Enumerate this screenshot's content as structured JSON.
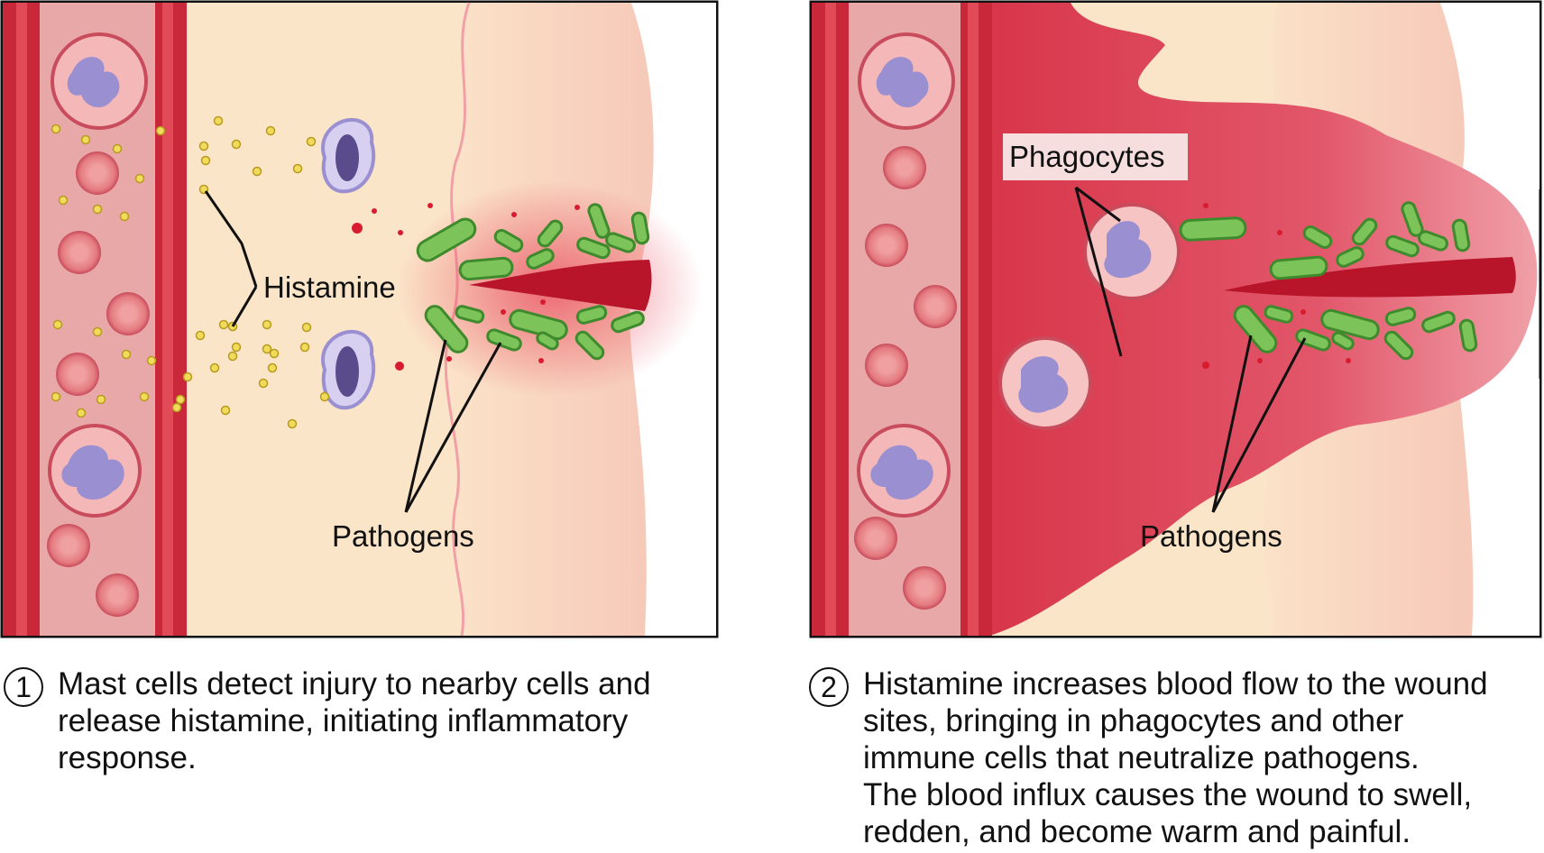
{
  "panel1": {
    "labels": {
      "histamine": "Histamine",
      "pathogens": "Pathogens"
    }
  },
  "panel2": {
    "labels": {
      "phagocytes": "Phagocytes",
      "pathogens": "Pathogens"
    }
  },
  "captions": [
    {
      "number": "1",
      "lines": [
        "Mast cells detect injury to nearby cells and",
        "release histamine, initiating inflammatory",
        "response."
      ]
    },
    {
      "number": "2",
      "lines": [
        "Histamine increases blood flow to the wound",
        "sites, bringing in phagocytes and other",
        "immune cells that neutralize pathogens.",
        "The blood influx causes the wound to swell,",
        "redden, and become warm and painful."
      ]
    }
  ],
  "colors": {
    "vessel_wall": "#c8283a",
    "vessel_lumen": "#e59aa0",
    "tissue": "#fbe5c8",
    "skin": "#f8d3c4",
    "inflamed": "#d83a50",
    "pathogen": "#7cc35a",
    "histamine": "#f0dc5a",
    "nucleus": "#9a8fd0"
  }
}
